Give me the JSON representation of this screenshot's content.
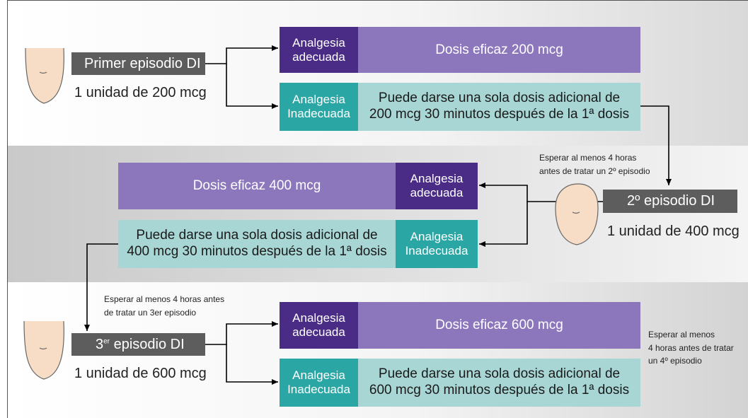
{
  "episode1": {
    "label": "Primer episodio DI",
    "unit": "1 unidad de 200 mcg",
    "adequate_line1": "Analgesia",
    "adequate_line2": "adecuada",
    "effective": "Dosis eficaz 200 mcg",
    "inadequate_line1": "Analgesia",
    "inadequate_line2": "Inadecuada",
    "additional_line1": "Puede darse una sola dosis adicional de",
    "additional_line2": "200 mcg 30 minutos después de la 1ª dosis"
  },
  "wait1": {
    "line1": "Esperar al menos 4 horas",
    "line2": "antes de tratar un 2º episodio"
  },
  "episode2": {
    "label": "2º episodio DI",
    "unit": "1 unidad de 400 mcg",
    "adequate_line1": "Analgesia",
    "adequate_line2": "adecuada",
    "effective": "Dosis eficaz 400 mcg",
    "inadequate_line1": "Analgesia",
    "inadequate_line2": "Inadecuada",
    "additional_line1": "Puede darse una sola dosis adicional de",
    "additional_line2": "400 mcg 30 minutos después de la 1ª dosis"
  },
  "wait2": {
    "line1": "Esperar al menos 4 horas antes",
    "line2": "de tratar un 3er episodio"
  },
  "episode3": {
    "label_prefix": "3",
    "label_sup": "er",
    "label_suffix": " episodio DI",
    "unit": "1 unidad de 600 mcg",
    "adequate_line1": "Analgesia",
    "adequate_line2": "adecuada",
    "effective": "Dosis eficaz 600 mcg",
    "inadequate_line1": "Analgesia",
    "inadequate_line2": "Inadecuada",
    "additional_line1": "Puede darse una sola dosis adicional de",
    "additional_line2": "600 mcg 30 minutos después de la 1ª dosis"
  },
  "wait3": {
    "line1": "Esperar al menos",
    "line2": "4 horas antes de tratar",
    "line3": "un 4º episodio"
  },
  "colors": {
    "episode_box": "#5d5d5d",
    "adequate": "#4a2b86",
    "inadequate": "#2aa7a5",
    "effective_dose": "#8c77bd",
    "additional_dose": "#a8d6d5"
  }
}
